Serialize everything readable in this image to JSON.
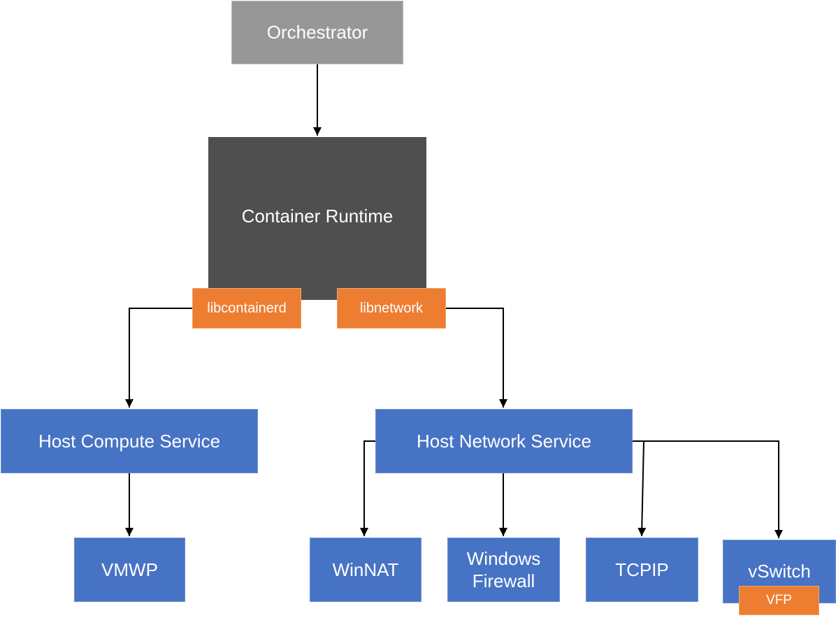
{
  "diagram": {
    "nodes": {
      "orchestrator": "Orchestrator",
      "container_runtime": "Container Runtime",
      "libcontainerd": "libcontainerd",
      "libnetwork": "libnetwork",
      "host_compute_service": "Host Compute Service",
      "host_network_service": "Host Network Service",
      "vmwp": "VMWP",
      "winnat": "WinNAT",
      "windows_firewall_line1": "Windows",
      "windows_firewall_line2": "Firewall",
      "tcpip": "TCPIP",
      "vswitch": "vSwitch",
      "vfp": "VFP"
    },
    "connections": [
      {
        "from": "Orchestrator",
        "to": "Container Runtime"
      },
      {
        "from": "libcontainerd",
        "to": "Host Compute Service"
      },
      {
        "from": "libnetwork",
        "to": "Host Network Service"
      },
      {
        "from": "Host Compute Service",
        "to": "VMWP"
      },
      {
        "from": "Host Network Service",
        "to": "WinNAT"
      },
      {
        "from": "Host Network Service",
        "to": "Windows Firewall"
      },
      {
        "from": "Host Network Service",
        "to": "TCPIP"
      },
      {
        "from": "Host Network Service",
        "to": "vSwitch"
      }
    ],
    "colors": {
      "orchestrator": "#979797",
      "runtime": "#4f4f4f",
      "component": "#4773c5",
      "plugin": "#ed7d31",
      "connector": "#000000",
      "text": "#ffffff"
    }
  }
}
